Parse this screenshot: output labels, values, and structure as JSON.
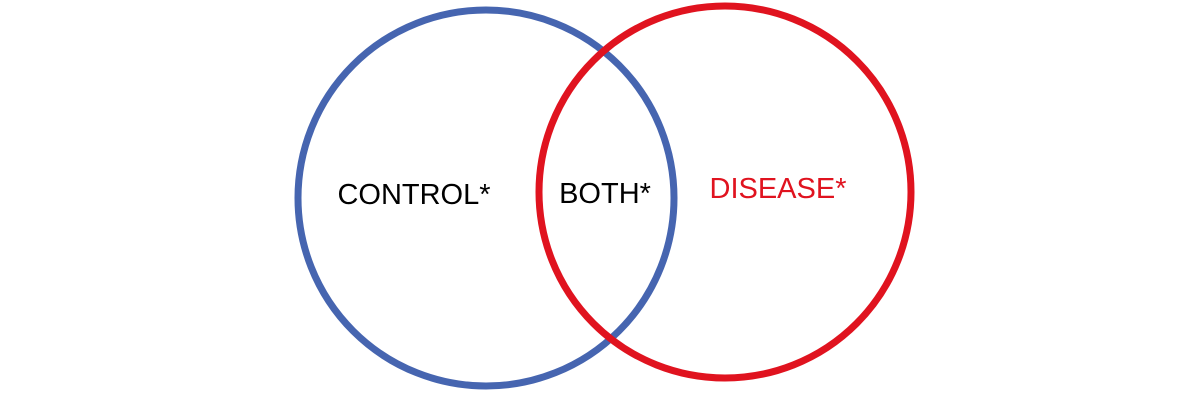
{
  "venn": {
    "sets": [
      {
        "id": "control",
        "label": "CONTROL*",
        "color": "#4665b0"
      },
      {
        "id": "disease",
        "label": "DISEASE*",
        "color": "#e0131f"
      }
    ],
    "intersection": {
      "label": "BOTH*",
      "color": "#000000"
    },
    "control_label_color": "#000000"
  }
}
